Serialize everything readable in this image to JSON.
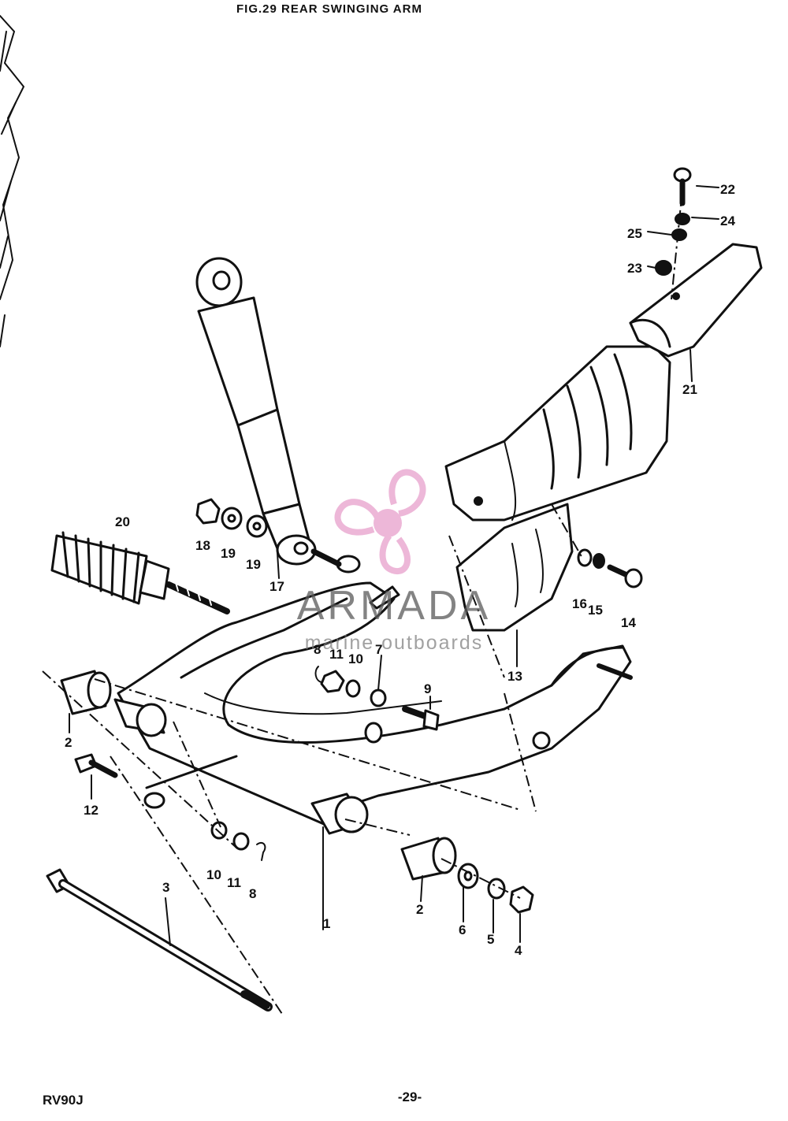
{
  "figure": {
    "title": "FIG.29  REAR SWINGING ARM"
  },
  "footer": {
    "model": "RV90J",
    "page": "-29-"
  },
  "watermark": {
    "brand": "ARMADA",
    "tagline": "marine outboards",
    "logo_color": "#e9a6cf"
  },
  "callouts": {
    "n1": "1",
    "n2a": "2",
    "n2b": "2",
    "n3": "3",
    "n4": "4",
    "n5": "5",
    "n6": "6",
    "n7": "7",
    "n8a": "8",
    "n8b": "8",
    "n9": "9",
    "n10a": "10",
    "n10b": "10",
    "n11a": "11",
    "n11b": "11",
    "n12": "12",
    "n13": "13",
    "n14": "14",
    "n15": "15",
    "n16": "16",
    "n17": "17",
    "n18": "18",
    "n19a": "19",
    "n19b": "19",
    "n20": "20",
    "n21": "21",
    "n22": "22",
    "n23": "23",
    "n24": "24",
    "n25": "25"
  }
}
